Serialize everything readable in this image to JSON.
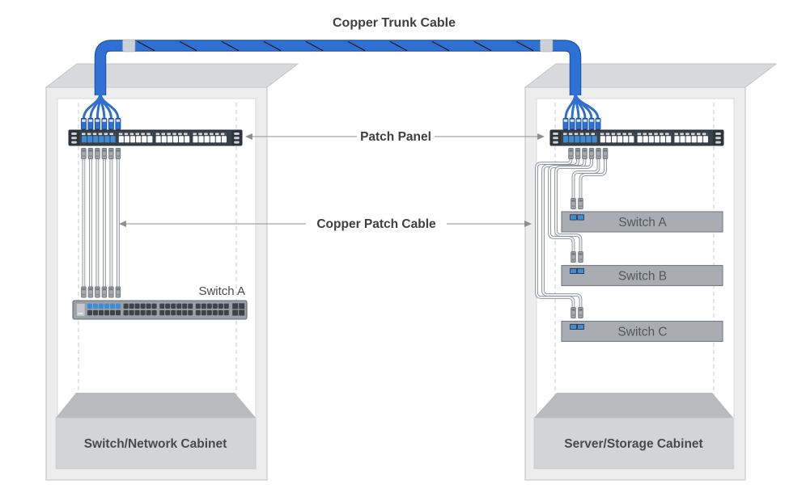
{
  "title": "Copper Trunk Cable",
  "annotations": {
    "patch_panel": "Patch Panel",
    "copper_patch_cable": "Copper Patch Cable"
  },
  "left_cabinet": {
    "label": "Switch/Network Cabinet",
    "switch_label": "Switch A"
  },
  "right_cabinet": {
    "label": "Server/Storage Cabinet",
    "switches": [
      {
        "label": "Switch A"
      },
      {
        "label": "Switch B"
      },
      {
        "label": "Switch C"
      }
    ]
  },
  "colors": {
    "trunk_cable": "#2f71d3",
    "trunk_cable_edge": "#1e55aa",
    "trunk_hatch": "#1c1c1c",
    "trunk_sleeve": "#ccd1d7",
    "blue_port": "#3f8cd6",
    "blue_connector": "#2f6fd0",
    "panel_body": "#3a4047",
    "patch_cable_outline": "#8d9196",
    "patch_cable_fill": "#f0f1f3",
    "arrow": "#8f8f8f",
    "text": "#3f3f3f"
  }
}
